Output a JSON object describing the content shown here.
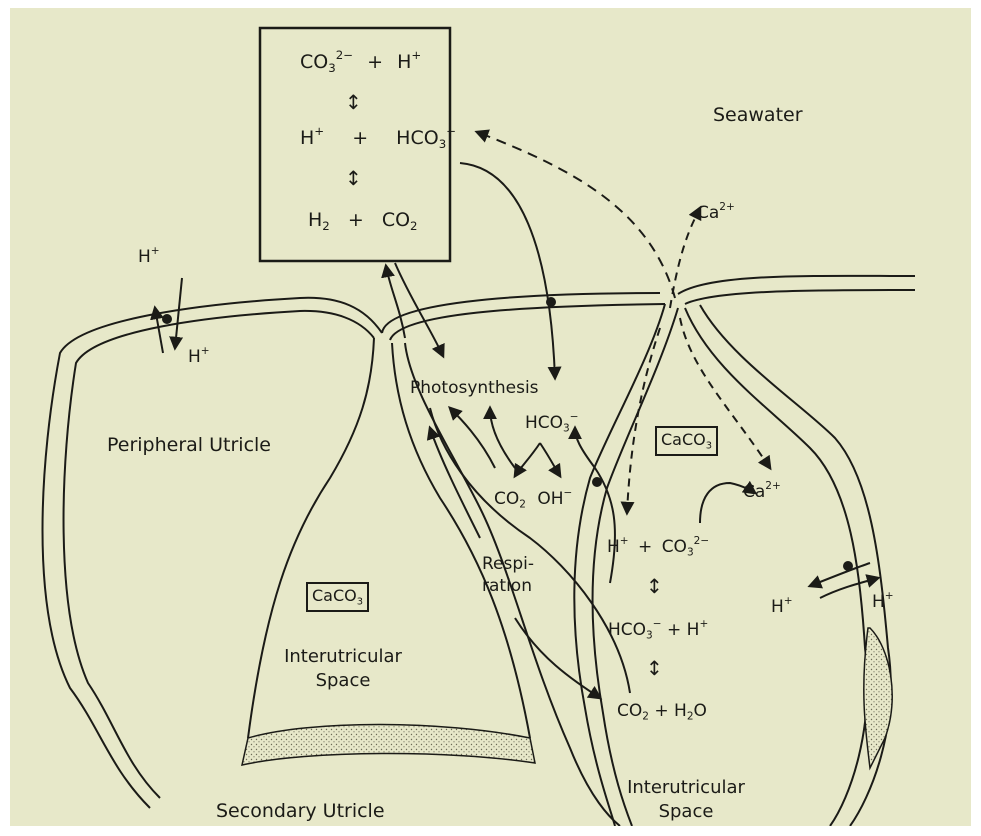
{
  "labels": {
    "seawater": "Seawater",
    "peripheral_utricle": "Peripheral Utricle",
    "secondary_utricle": "Secondary Utricle",
    "interutricular_space_1_line1": "Interutricular",
    "interutricular_space_1_line2": "Space",
    "interutricular_space_2_line1": "Interutricular",
    "interutricular_space_2_line2": "Space",
    "photosynthesis": "Photosynthesis",
    "respiration_line1": "Respi-",
    "respiration_line2": "ration"
  },
  "box_equations": {
    "row1": {
      "a": "CO",
      "a_sub": "3",
      "a_sup": "2−",
      "op": "+",
      "b": "H",
      "b_sup": "+"
    },
    "row2": {
      "a": "H",
      "a_sup": "+",
      "op": "+",
      "b": "HCO",
      "b_sub": "3",
      "b_sup": "−"
    },
    "row3": {
      "a": "H",
      "a_sub": "2",
      "op": "+",
      "b": "CO",
      "b_sub": "2"
    }
  },
  "chem": {
    "caco3_label": "CaCO",
    "caco3_sub": "3",
    "ca2_top": "Ca",
    "ca2_top_sup": "2+",
    "ca2_right": "Ca",
    "ca2_right_sup": "2+",
    "h_plus": "H",
    "h_plus_sup": "+",
    "hco3": "HCO",
    "hco3_sub": "3",
    "hco3_sup": "−",
    "co2": "CO",
    "co2_sub": "2",
    "oh": "OH",
    "oh_sup": "−",
    "plus": "+",
    "h2o": "H",
    "h2o_sub": "2",
    "h2o_o": "O",
    "co3": "CO",
    "co3_sub": "3",
    "co3_sup": "2−",
    "updown": "↕"
  },
  "colors": {
    "background": "#e7e8c9",
    "ink": "#1b1b17",
    "wall": "#d7d5b4"
  }
}
